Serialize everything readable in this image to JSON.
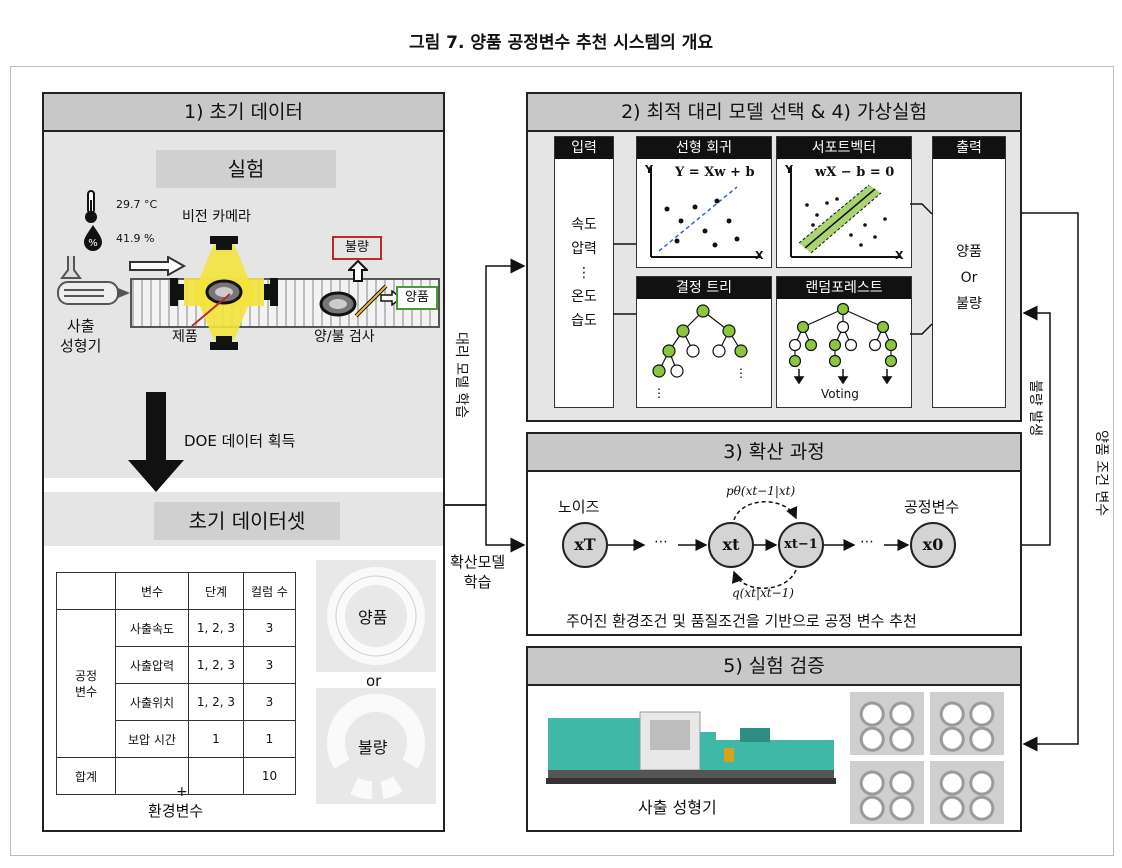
{
  "caption": "그림 7. 양품 공정변수 추천 시스템의 개요",
  "panel1": {
    "title": "1) 초기 데이터",
    "experiment": {
      "title": "실험",
      "temperature": "29.7 °C",
      "humidity": "41.9 %",
      "vision_camera": "비전 카메라",
      "machine": "사출\n성형기",
      "product": "제품",
      "inspection": "양/불 검사",
      "bad": "불량",
      "good": "양품"
    },
    "doe_label": "DOE 데이터 획득",
    "dataset": {
      "title": "초기 데이터셋",
      "headers": [
        "변수",
        "단계",
        "컬럼 수"
      ],
      "group_label": "공정\n변수",
      "rows": [
        [
          "사출속도",
          "1, 2, 3",
          "3"
        ],
        [
          "사출압력",
          "1, 2, 3",
          "3"
        ],
        [
          "사출위치",
          "1, 2, 3",
          "3"
        ],
        [
          "보압 시간",
          "1",
          "1"
        ]
      ],
      "total_label": "합계",
      "total_value": "10",
      "plus": "+",
      "env_vars": "환경변수",
      "img_good": "양품",
      "img_or": "or",
      "img_bad": "불량"
    }
  },
  "edge_labels": {
    "surrogate_train": "대리 모델 학습",
    "diffusion_train": "확산모델\n학습",
    "bad_feedback": "불량 발생",
    "good_conditions": "양품 조건 변수"
  },
  "panel2": {
    "title": "2) 최적 대리 모델 선택 & 4) 가상실험",
    "input_title": "입력",
    "inputs": [
      "속도",
      "압력",
      "⋮",
      "온도",
      "습도"
    ],
    "linreg_title": "선형 회귀",
    "linreg_eq": "Y = Xw + b",
    "svm_title": "서포트벡터",
    "svm_eq": "wX − b = 0",
    "tree_title": "결정 트리",
    "rf_title": "랜덤포레스트",
    "voting": "Voting",
    "output_title": "출력",
    "outputs": [
      "양품",
      "Or",
      "불량"
    ],
    "axis_y": "Y",
    "axis_x": "X"
  },
  "panel3": {
    "title": "3) 확산 과정",
    "noise": "노이즈",
    "params": "공정변수",
    "p_label": "pθ(xt−1|xt)",
    "q_label": "q(xt|xt−1)",
    "ellipsis": "⋯",
    "nodes": [
      "xT",
      "xt",
      "xt−1",
      "x0"
    ],
    "desc": "주어진 환경조건 및 품질조건을 기반으로 공정 변수 추천"
  },
  "panel5": {
    "title": "5) 실험 검증",
    "machine": "사출 성형기"
  },
  "colors": {
    "green": "#8cc63f",
    "header": "#c8c8c8",
    "accent_red": "#c0272d"
  }
}
